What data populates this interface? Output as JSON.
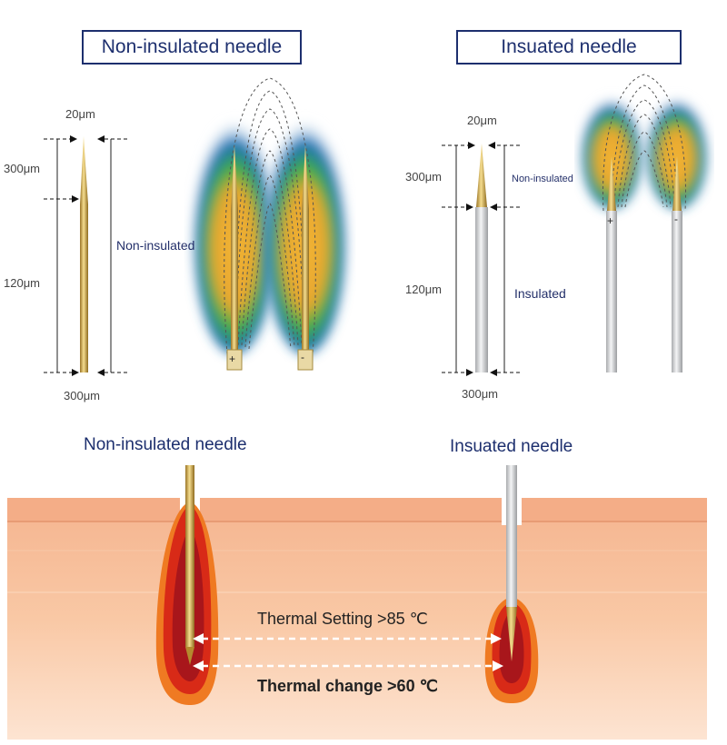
{
  "top_left": {
    "title": "Non-insulated needle",
    "tip_width": "20μm",
    "tip_length": "300μm",
    "body_length": "120μm",
    "base_width": "300μm",
    "side_label": "Non-insulated",
    "pole_positive": "+",
    "pole_negative": "-"
  },
  "top_right": {
    "title": "Insuated needle",
    "tip_width": "20μm",
    "tip_length": "300μm",
    "body_length": "120μm",
    "base_width": "300μm",
    "tip_label": "Non-insulated",
    "shaft_label": "Insulated",
    "pole_positive": "+",
    "pole_negative": "-"
  },
  "bottom": {
    "left_title": "Non-insulated needle",
    "right_title": "Insuated needle",
    "thermal_setting": "Thermal Setting >85 ℃",
    "thermal_change": "Thermal change >60 ℃"
  },
  "colors": {
    "title_navy": "#1d2f6e",
    "gold": "#c9a24a",
    "skin": "#f2b48c",
    "heat_red": "#c21d1d",
    "heat_orange": "#ef7a22"
  }
}
